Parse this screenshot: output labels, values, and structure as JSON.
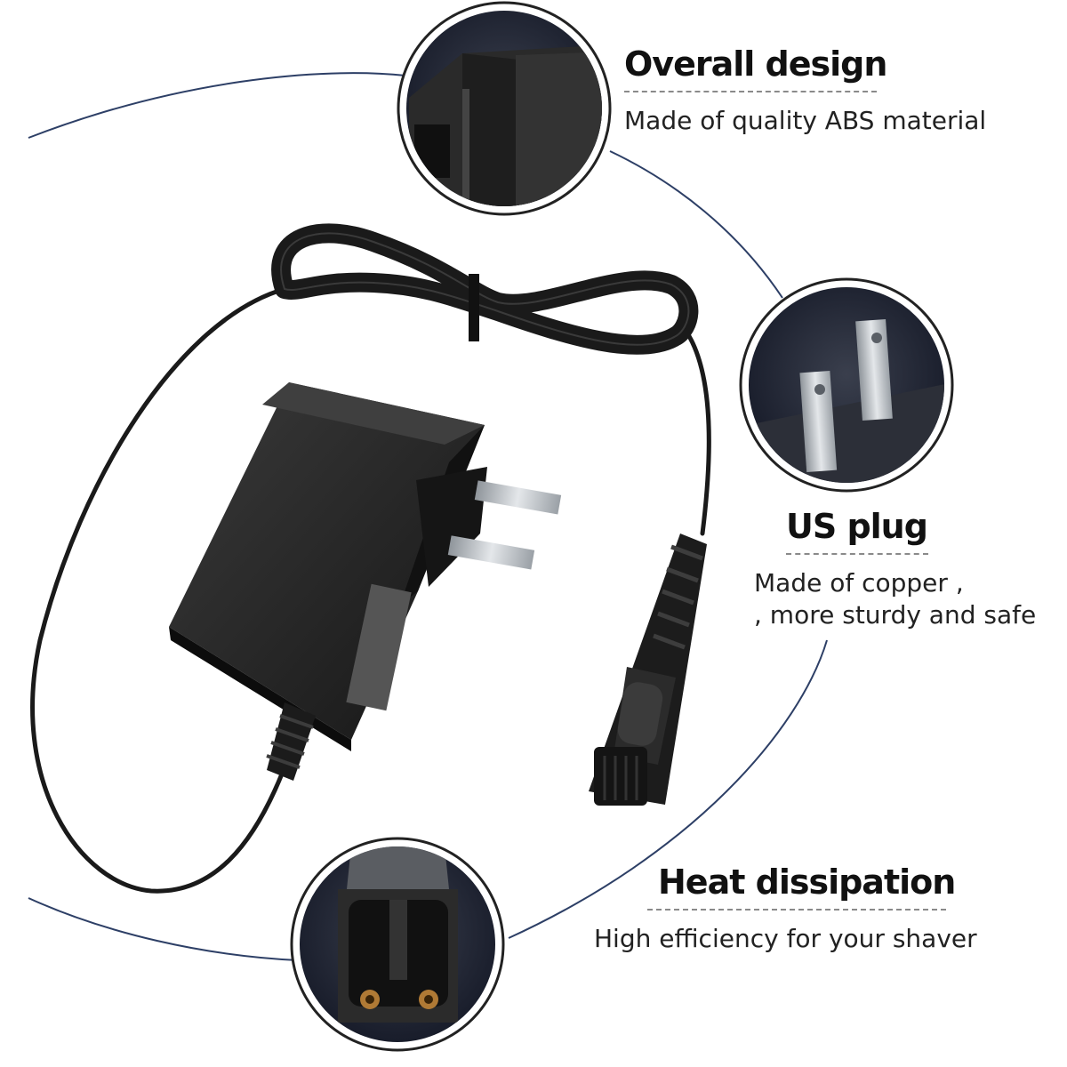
{
  "features": {
    "design": {
      "title": "Overall design",
      "desc": "Made of quality ABS material",
      "icon": "adapter-casing-icon"
    },
    "plug": {
      "title": "US plug",
      "desc_line1": "Made of copper ,",
      "desc_line2": ", more sturdy and safe",
      "icon": "us-plug-prongs-icon"
    },
    "heat": {
      "title": "Heat dissipation",
      "desc": "High efficiency for your shaver",
      "icon": "shaver-connector-icon"
    }
  },
  "colors": {
    "background": "#ffffff",
    "arc_line": "#2d3f66",
    "adapter_body": "#222222",
    "cable": "#1a1a1a",
    "prong_metal": "#c0c4c8",
    "detail_background": "#131a33"
  }
}
